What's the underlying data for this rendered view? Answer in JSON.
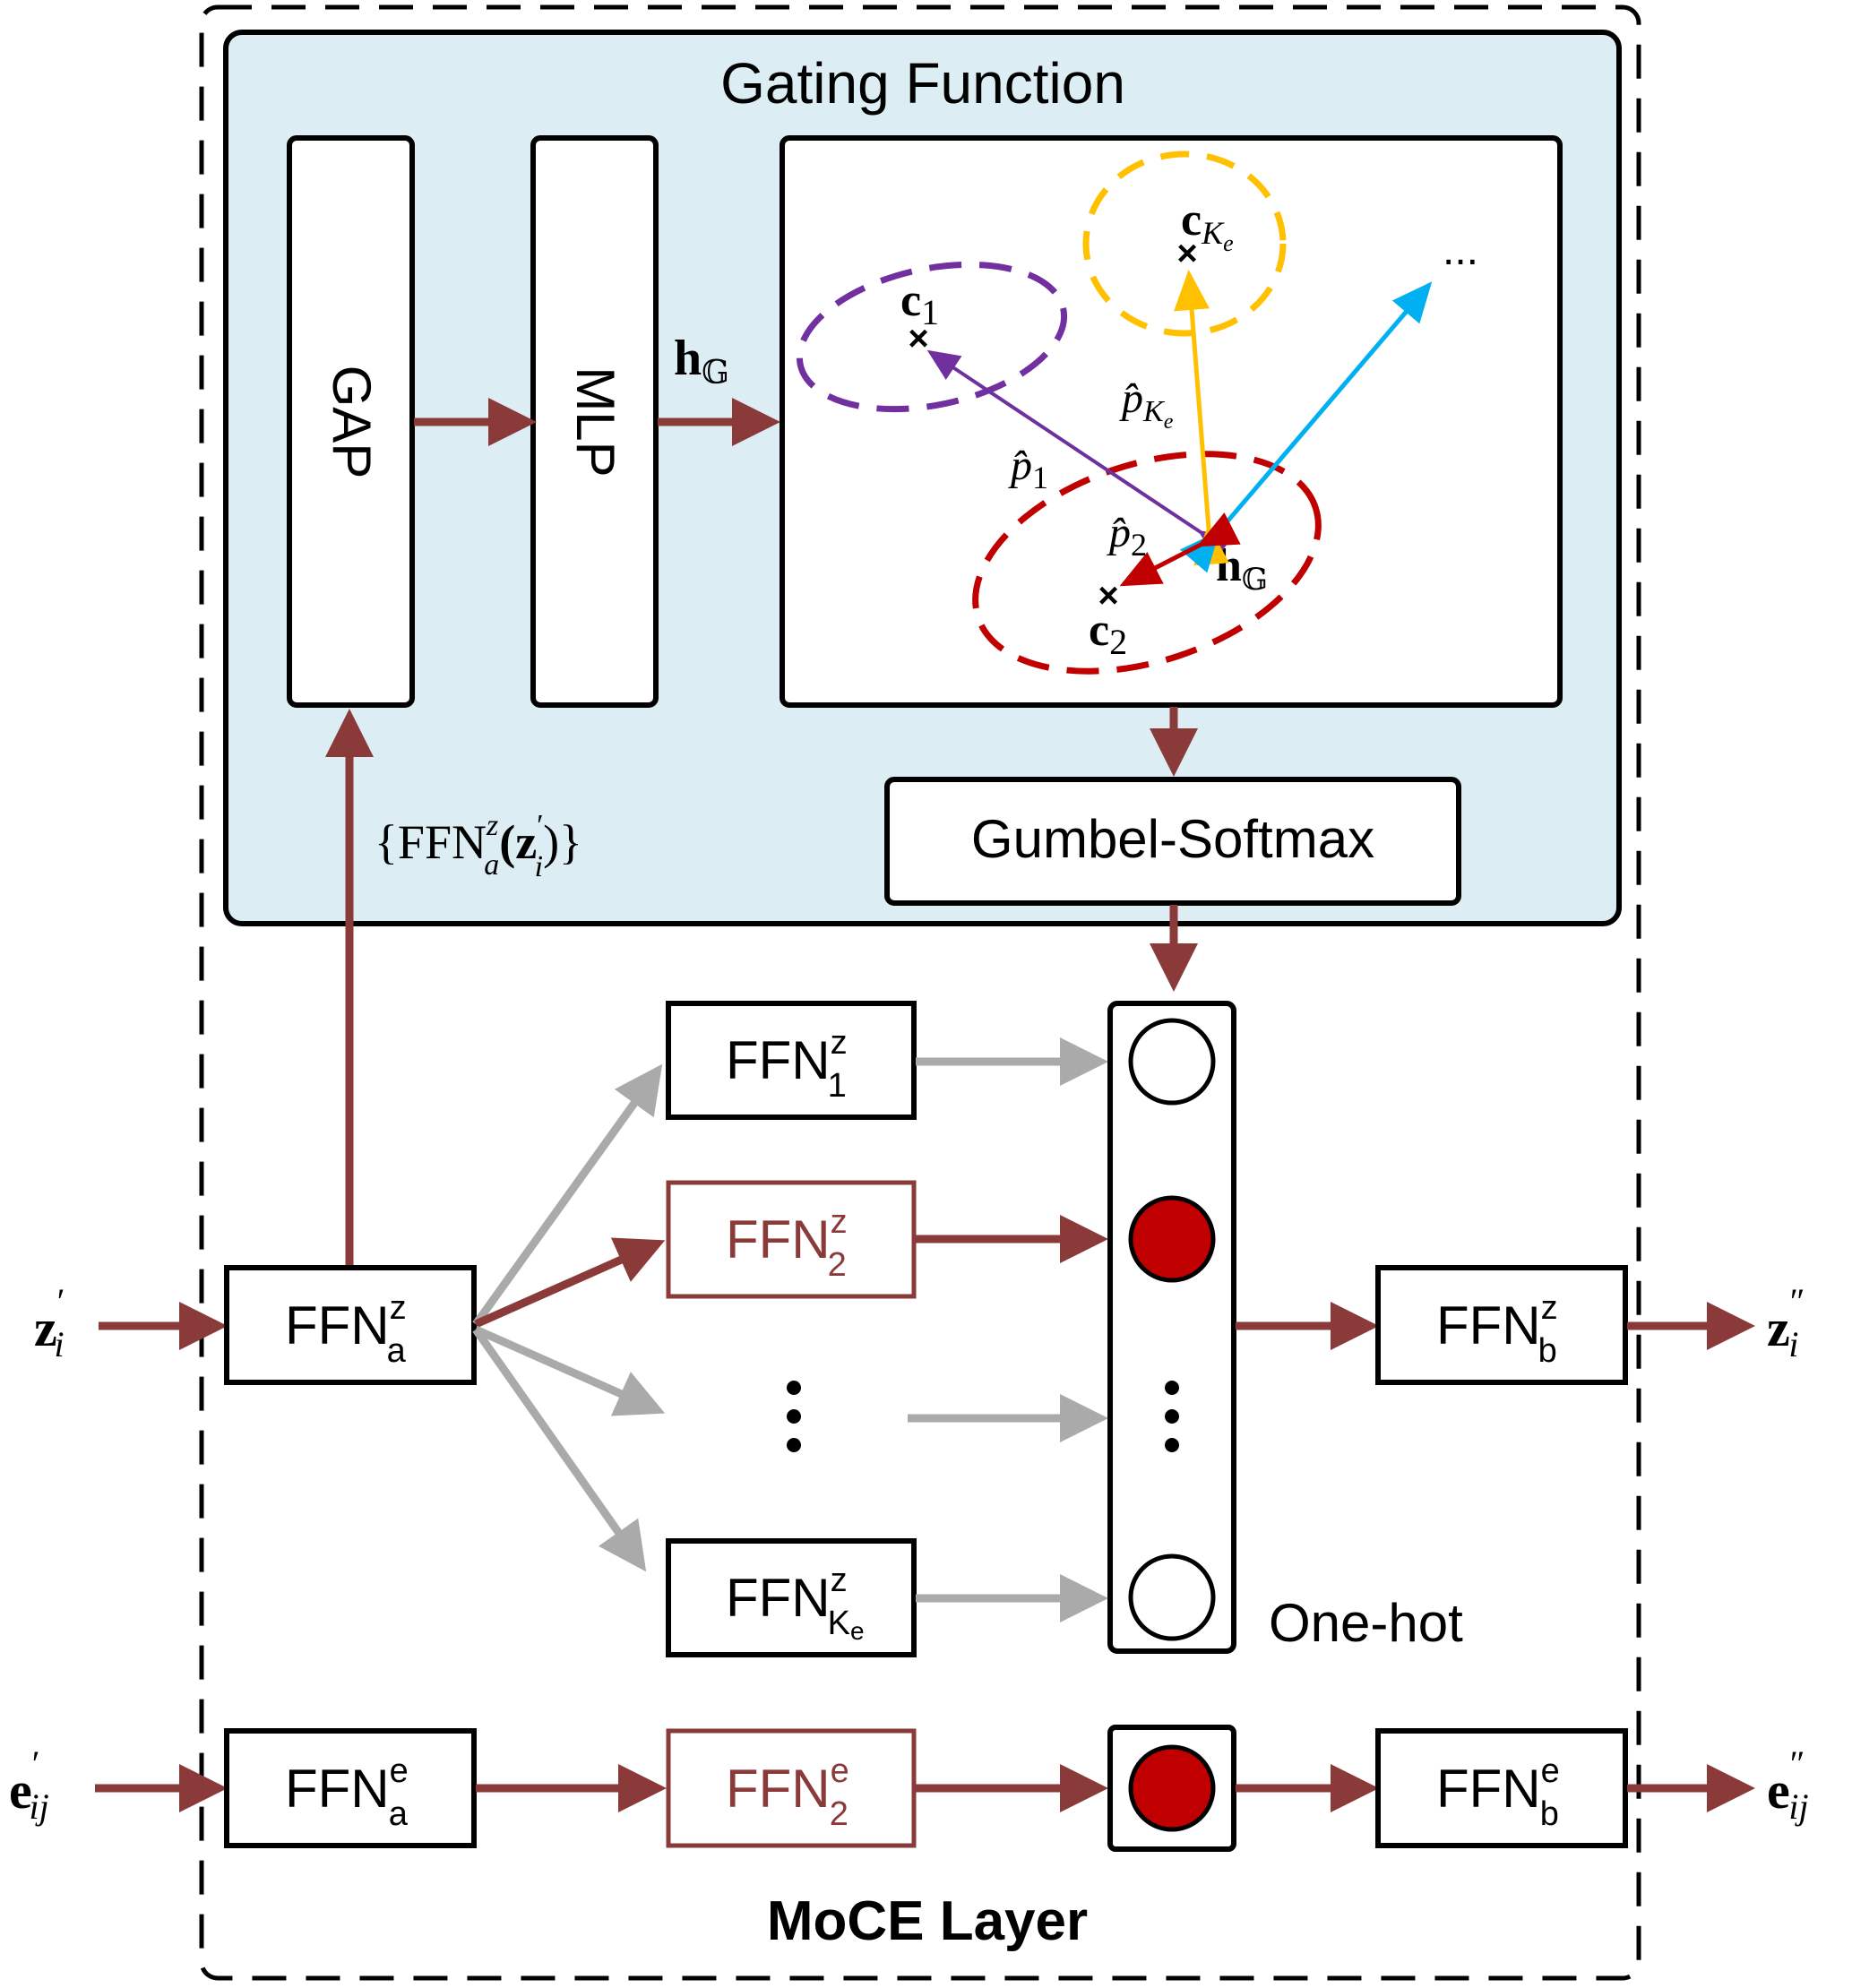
{
  "colors": {
    "dark_red": "#8B3A3A",
    "red_fill": "#C00000",
    "gray": "#AAAAAA",
    "panel_blue": "#DCEEF3",
    "purple": "#7030A0",
    "yellow": "#FFC000",
    "cyan": "#00B0F0"
  },
  "layer_label": "MoCE Layer",
  "gating": {
    "title": "Gating Function",
    "gap_label": "GAP",
    "mlp_label": "MLP",
    "h_main": "h",
    "h_sub": "𝔾",
    "input_label_pre": "{FFN",
    "input_label_sup": "z",
    "input_label_sub": "a",
    "input_label_mid": "(z",
    "input_label_prime": "′",
    "input_label_isub": "i",
    "input_label_post": ")}",
    "gumbel_label": "Gumbel-Softmax",
    "clusters": {
      "c_main": "c",
      "c1_sub": "1",
      "c2_sub": "2",
      "ck_sub": "K",
      "ck_subsub": "e",
      "p_main": "p̂",
      "p1_sub": "1",
      "p2_sub": "2",
      "pk_sub": "K",
      "pk_subsub": "e",
      "ellipsis": "..."
    }
  },
  "experts": {
    "ffn_main": "FFN",
    "sup_z": "z",
    "sup_e": "e",
    "sub_1": "1",
    "sub_2": "2",
    "sub_a": "a",
    "sub_b": "b",
    "sub_K": "K",
    "sub_K_e": "e"
  },
  "one_hot_label": "One-hot",
  "io": {
    "z_in_main": "z",
    "z_in_sub": "i",
    "z_in_prime": "′",
    "z_out_main": "z",
    "z_out_sub": "i",
    "z_out_prime": "″",
    "e_in_main": "e",
    "e_in_sub": "ij",
    "e_in_prime": "′",
    "e_out_main": "e",
    "e_out_sub": "ij",
    "e_out_prime": "″"
  }
}
